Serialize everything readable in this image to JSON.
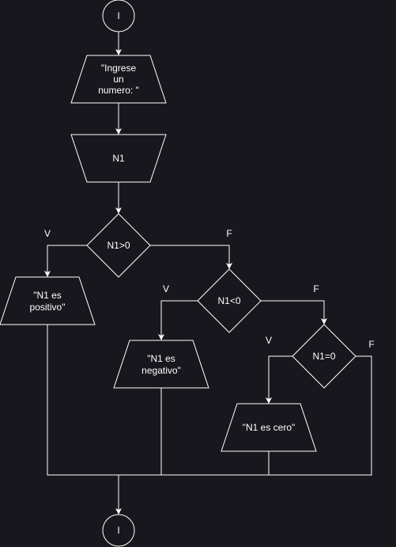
{
  "nodes": {
    "start": {
      "label": "I"
    },
    "input_prompt": {
      "lines": [
        "\"Ingrese",
        "un",
        "numero: \""
      ]
    },
    "read_n1": {
      "label": "N1"
    },
    "decision_positive": {
      "label": "N1>0"
    },
    "output_positive": {
      "lines": [
        "\"N1 es",
        "positivo\""
      ]
    },
    "decision_negative": {
      "label": "N1<0"
    },
    "output_negative": {
      "lines": [
        "\"N1 es",
        "negativo\""
      ]
    },
    "decision_zero": {
      "label": "N1=0"
    },
    "output_zero": {
      "label": "\"N1 es cero\""
    },
    "end": {
      "label": "I"
    }
  },
  "branches": {
    "positive_true": "V",
    "positive_false": "F",
    "negative_true": "V",
    "negative_false": "F",
    "zero_true": "V",
    "zero_false": "F"
  }
}
